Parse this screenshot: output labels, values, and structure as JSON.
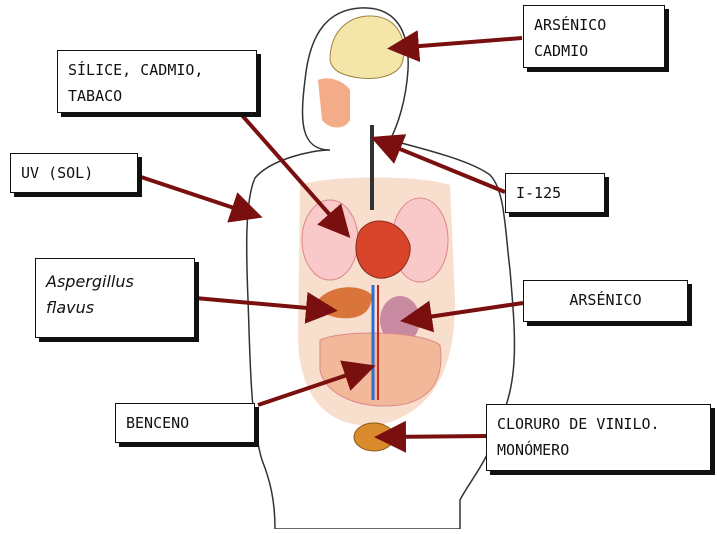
{
  "labels": {
    "brain": [
      "ARSÉNICO",
      "CADMIO"
    ],
    "lungs": [
      "SÍLICE, CADMIO,",
      "TABACO"
    ],
    "skin": [
      "UV (SOL)"
    ],
    "thyroid": [
      "I-125"
    ],
    "liver": [
      "Aspergillus",
      "flavus"
    ],
    "kidney": [
      "ARSÉNICO"
    ],
    "blood": [
      "BENCENO"
    ],
    "bladder": [
      "CLORURO DE VINILO.",
      "MONÓMERO"
    ]
  },
  "colors": {
    "arrow": "#7a0f0f",
    "outline": "#333333",
    "label_border": "#111111",
    "organs": "#e07a5a",
    "torso_fill": "#f7d8c4"
  }
}
